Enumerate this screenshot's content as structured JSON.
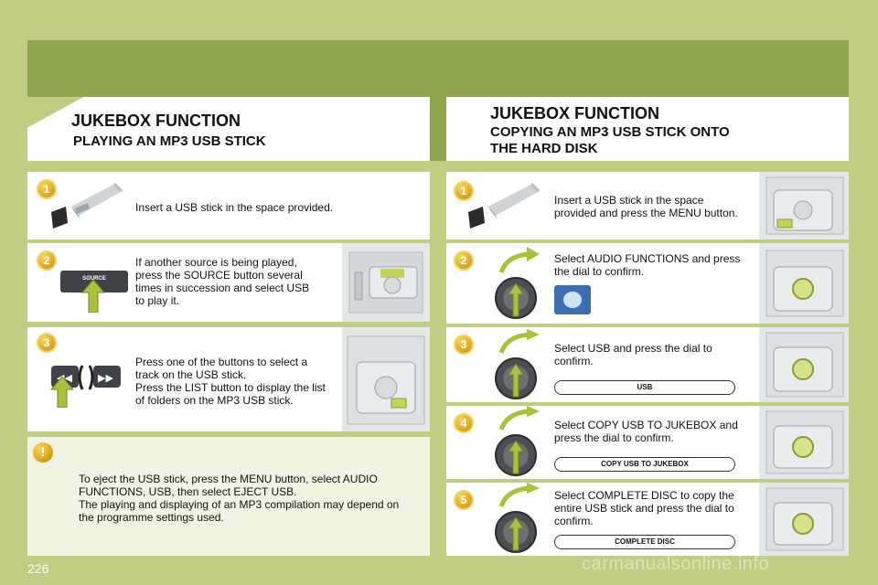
{
  "left": {
    "title": "JUKEBOX FUNCTION",
    "subtitle": "PLAYING AN MP3 USB STICK",
    "steps": [
      {
        "num": "1",
        "text": "Insert a USB stick in the space provided."
      },
      {
        "num": "2",
        "lines": [
          "If another source is being played,",
          "press the SOURCE button several",
          "times in succession and select USB",
          "to play it."
        ],
        "button_label": "SOURCE"
      },
      {
        "num": "3",
        "lines": [
          "Press one of the buttons to select a",
          "track on the USB stick.",
          "Press the LIST button to display the list",
          "of folders on the MP3 USB stick."
        ]
      }
    ],
    "note": {
      "icon": "!",
      "lines": [
        "To eject the USB stick, press the MENU button, select AUDIO",
        "FUNCTIONS, USB, then select EJECT USB.",
        "The playing and displaying of an MP3 compilation may depend on",
        "the programme settings used."
      ]
    }
  },
  "right": {
    "title": "JUKEBOX FUNCTION",
    "subtitle_line1": "COPYING AN MP3 USB STICK ONTO",
    "subtitle_line2": "THE HARD DISK",
    "steps": [
      {
        "num": "1",
        "lines": [
          "Insert a USB stick in the space",
          "provided and press the MENU button."
        ]
      },
      {
        "num": "2",
        "lines": [
          "Select AUDIO FUNCTIONS and press",
          "the dial to confirm."
        ]
      },
      {
        "num": "3",
        "lines": [
          "Select USB and press the dial to",
          "confirm."
        ],
        "pill": "USB"
      },
      {
        "num": "4",
        "lines": [
          "Select COPY USB TO JUKEBOX and",
          "press the dial to confirm."
        ],
        "pill": "COPY USB TO JUKEBOX"
      },
      {
        "num": "5",
        "lines": [
          "Select COMPLETE DISC to copy the",
          "entire USB stick and press the dial to",
          "confirm."
        ],
        "pill": "COMPLETE DISC"
      }
    ]
  },
  "footer": {
    "page_number": "226",
    "watermark": "carmanualsonline.info"
  },
  "colors": {
    "background": "#c2cd84",
    "band": "#8fa64c",
    "badge": "#e2a91d",
    "arrow": "#a8c23a"
  },
  "icons": [
    "usb-stick-icon",
    "source-button-icon",
    "track-seek-buttons-icon",
    "radio-faceplate-icon",
    "rotary-dial-icon",
    "curved-arrow-icon",
    "audio-functions-icon",
    "warning-icon"
  ]
}
